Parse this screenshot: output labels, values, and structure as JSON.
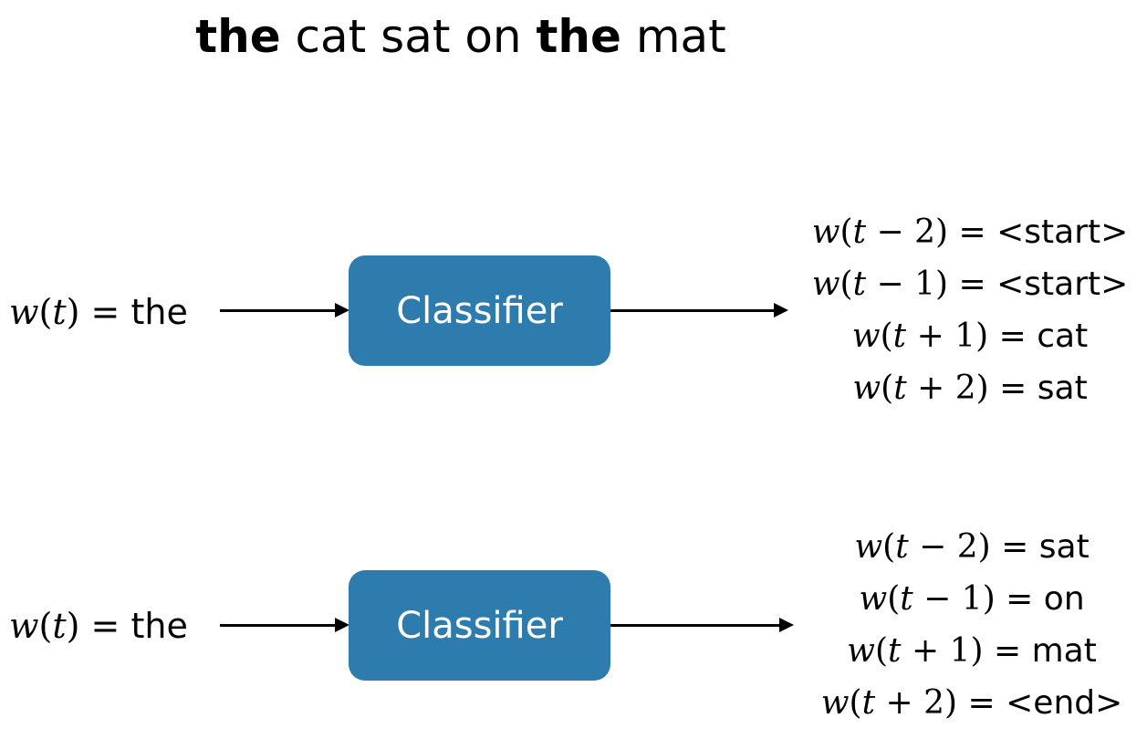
{
  "title": {
    "segments": [
      {
        "text": "the",
        "bold": true
      },
      {
        "text": " cat sat on ",
        "bold": false
      },
      {
        "text": "the",
        "bold": true
      },
      {
        "text": " mat",
        "bold": false
      }
    ]
  },
  "rows": [
    {
      "input": {
        "var": "w",
        "arg": "t",
        "eq": " = ",
        "word": "the"
      },
      "classifier_label": "Classifier",
      "outputs": [
        {
          "var": "w",
          "arg": "t",
          "op": "−",
          "num": "2",
          "eq": " = ",
          "word": "<start>"
        },
        {
          "var": "w",
          "arg": "t",
          "op": "−",
          "num": "1",
          "eq": " = ",
          "word": "<start>"
        },
        {
          "var": "w",
          "arg": "t",
          "op": "+",
          "num": "1",
          "eq": " = ",
          "word": "cat"
        },
        {
          "var": "w",
          "arg": "t",
          "op": "+",
          "num": "2",
          "eq": " = ",
          "word": "sat"
        }
      ]
    },
    {
      "input": {
        "var": "w",
        "arg": "t",
        "eq": " = ",
        "word": "the"
      },
      "classifier_label": "Classifier",
      "outputs": [
        {
          "var": "w",
          "arg": "t",
          "op": "−",
          "num": "2",
          "eq": " = ",
          "word": "sat"
        },
        {
          "var": "w",
          "arg": "t",
          "op": "−",
          "num": "1",
          "eq": " = ",
          "word": "on"
        },
        {
          "var": "w",
          "arg": "t",
          "op": "+",
          "num": "1",
          "eq": " = ",
          "word": "mat"
        },
        {
          "var": "w",
          "arg": "t",
          "op": "+",
          "num": "2",
          "eq": " = ",
          "word": "<end>"
        }
      ]
    }
  ],
  "colors": {
    "classifier_fill": "#2e7bad",
    "classifier_text": "#ffffff",
    "arrow": "#000000"
  }
}
